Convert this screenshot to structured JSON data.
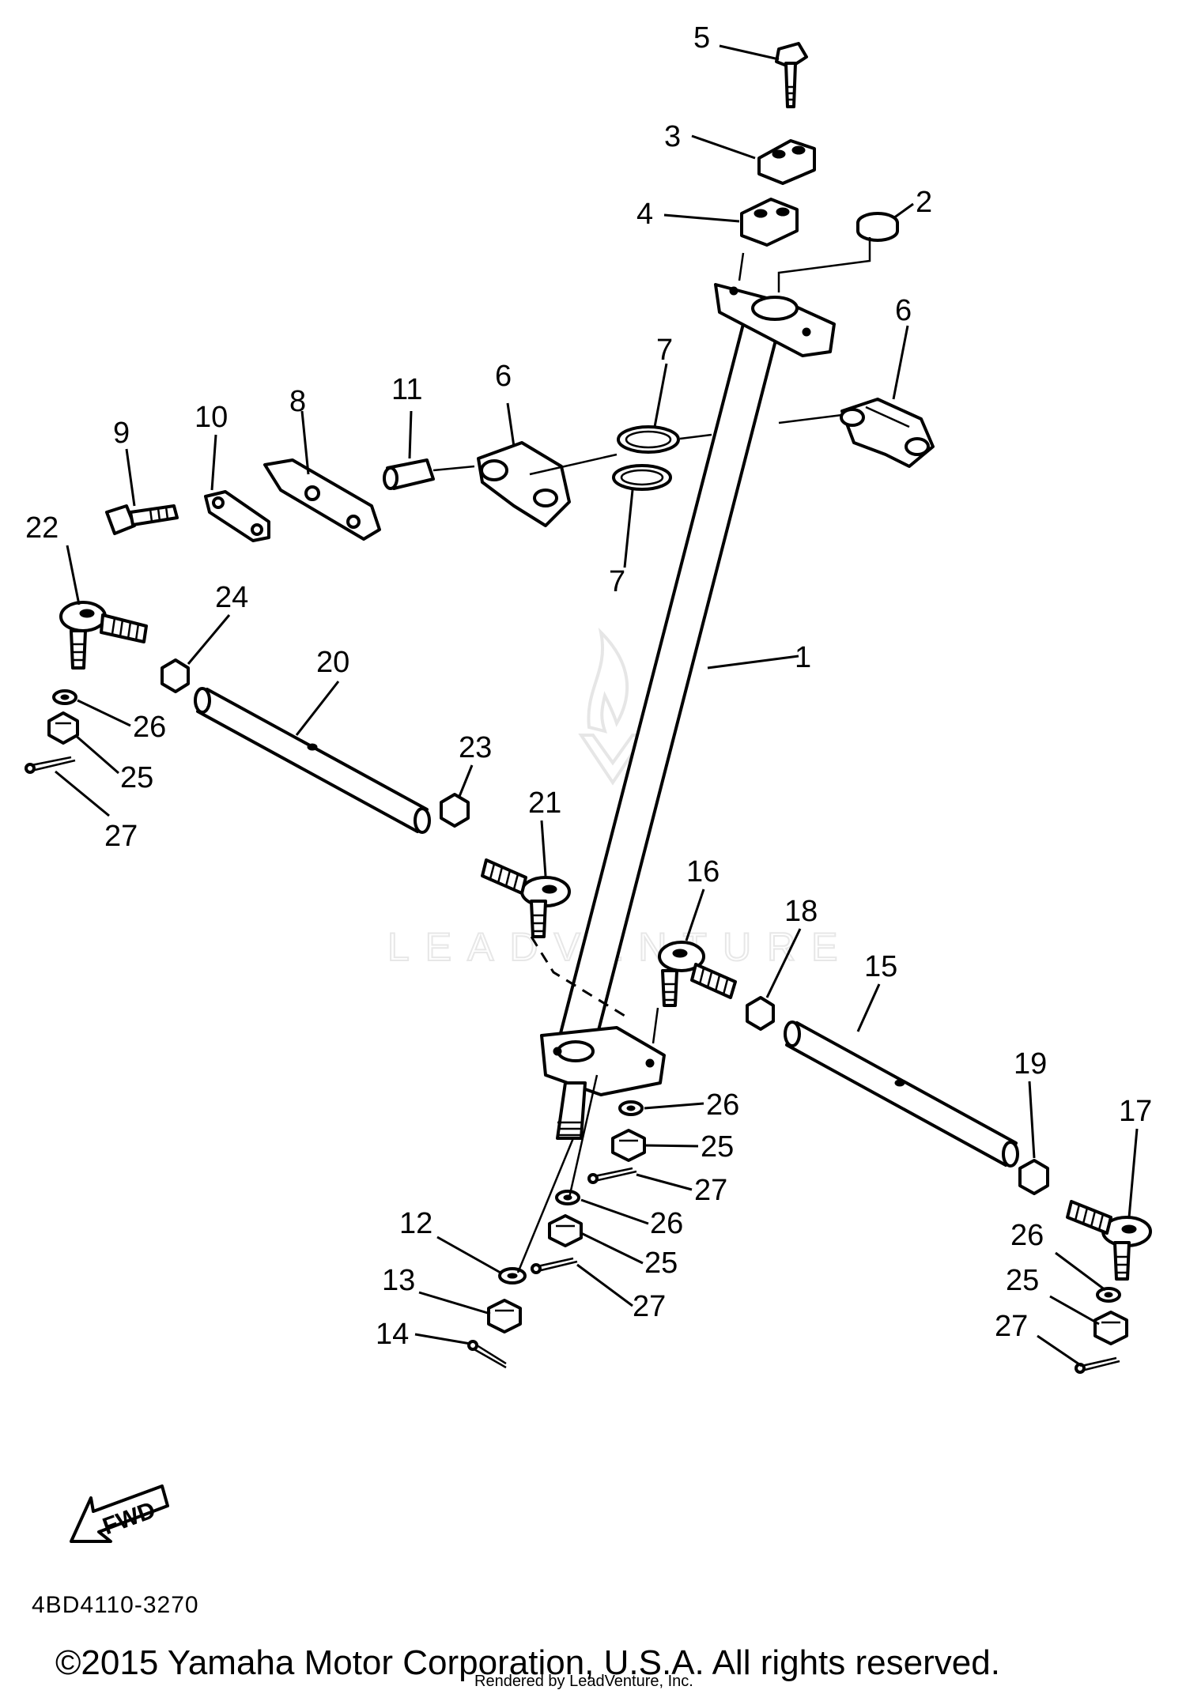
{
  "callouts": [
    {
      "id": "c5",
      "text": "5"
    },
    {
      "id": "c3",
      "text": "3"
    },
    {
      "id": "c4",
      "text": "4"
    },
    {
      "id": "c2",
      "text": "2"
    },
    {
      "id": "c6a",
      "text": "6"
    },
    {
      "id": "c6b",
      "text": "6"
    },
    {
      "id": "c7a",
      "text": "7"
    },
    {
      "id": "c7b",
      "text": "7"
    },
    {
      "id": "c8",
      "text": "8"
    },
    {
      "id": "c9",
      "text": "9"
    },
    {
      "id": "c10",
      "text": "10"
    },
    {
      "id": "c11",
      "text": "11"
    },
    {
      "id": "c1",
      "text": "1"
    },
    {
      "id": "c22",
      "text": "22"
    },
    {
      "id": "c24",
      "text": "24"
    },
    {
      "id": "c20",
      "text": "20"
    },
    {
      "id": "c26a",
      "text": "26"
    },
    {
      "id": "c25a",
      "text": "25"
    },
    {
      "id": "c27a",
      "text": "27"
    },
    {
      "id": "c23",
      "text": "23"
    },
    {
      "id": "c21",
      "text": "21"
    },
    {
      "id": "c16",
      "text": "16"
    },
    {
      "id": "c18",
      "text": "18"
    },
    {
      "id": "c15",
      "text": "15"
    },
    {
      "id": "c19",
      "text": "19"
    },
    {
      "id": "c17",
      "text": "17"
    },
    {
      "id": "c26b",
      "text": "26"
    },
    {
      "id": "c25b",
      "text": "25"
    },
    {
      "id": "c27b",
      "text": "27"
    },
    {
      "id": "c26c",
      "text": "26"
    },
    {
      "id": "c25c",
      "text": "25"
    },
    {
      "id": "c27c",
      "text": "27"
    },
    {
      "id": "c12",
      "text": "12"
    },
    {
      "id": "c13",
      "text": "13"
    },
    {
      "id": "c14",
      "text": "14"
    },
    {
      "id": "c26d",
      "text": "26"
    },
    {
      "id": "c25d",
      "text": "25"
    },
    {
      "id": "c27d",
      "text": "27"
    }
  ],
  "fwd_label": "FWD",
  "diagram_code": "4BD4110-3270",
  "copyright": "©2015 Yamaha Motor Corporation, U.S.A. All rights reserved.",
  "rendered_by": "Rendered by LeadVenture, Inc.",
  "watermark_text": "LEADVENTURE"
}
